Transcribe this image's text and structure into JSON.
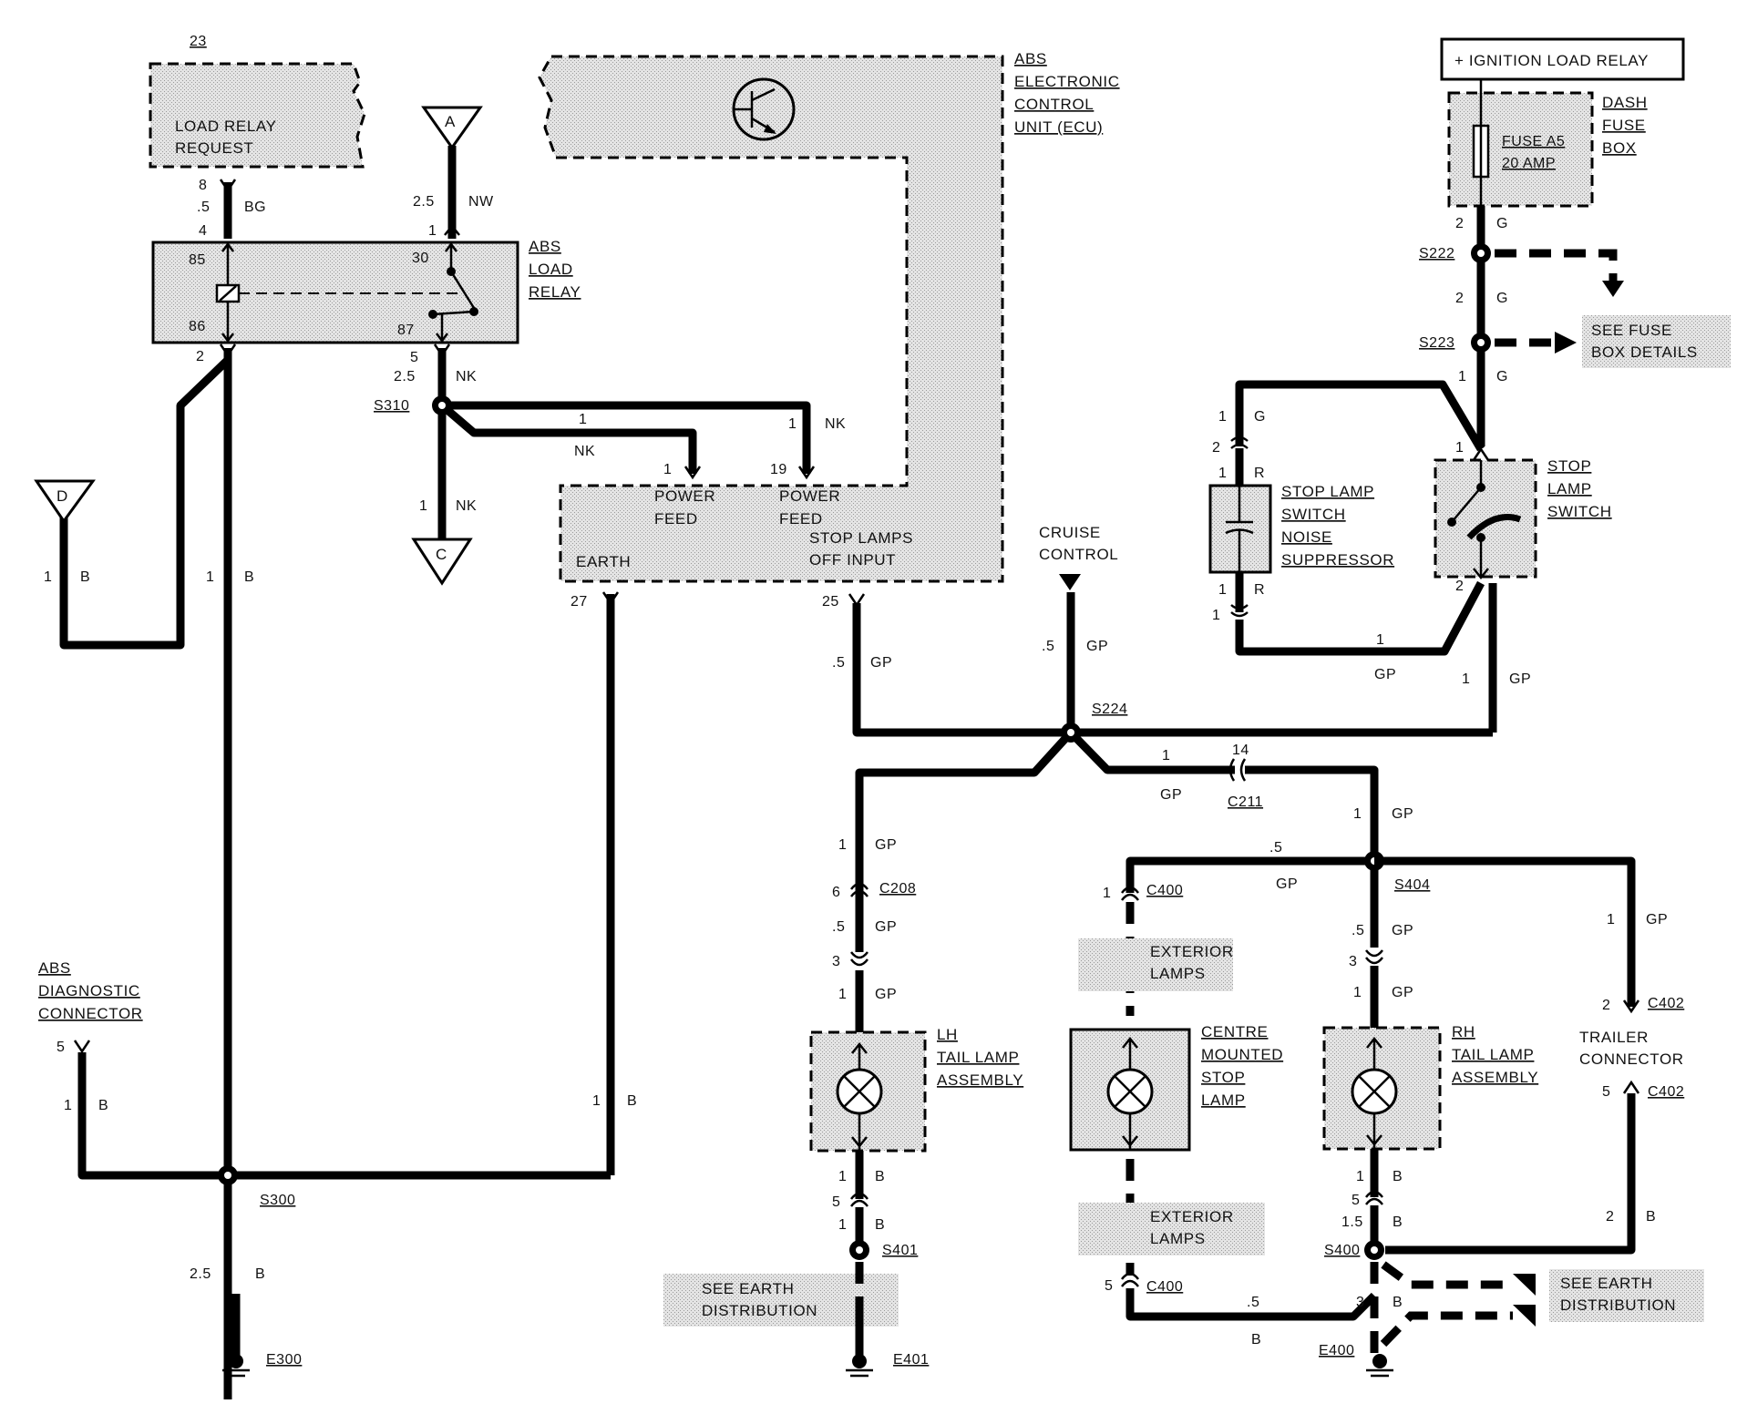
{
  "diagram": {
    "load_relay_request": {
      "num": "23",
      "line1": "LOAD RELAY",
      "line2": "REQUEST"
    },
    "abs_load_relay": {
      "line1": "ABS",
      "line2": "LOAD",
      "line3": "RELAY",
      "pins": {
        "p8": "8",
        "p5": ".5",
        "p4": "4",
        "p85": "85",
        "p86": "86",
        "p2": "2",
        "p1": "1",
        "p30": "30",
        "p87": "87",
        "p5b": "5",
        "p25": "2.5"
      },
      "wires": {
        "bg": "BG",
        "nw": "NW",
        "nk": "NK",
        "w25": "2.5"
      }
    },
    "conn_a": "A",
    "conn_c": "C",
    "conn_d": "D",
    "ecu": {
      "line1": "ABS",
      "line2": "ELECTRONIC",
      "line3": "CONTROL",
      "line4": "UNIT (ECU)",
      "power1": "POWER",
      "feed1": "FEED",
      "power2": "POWER",
      "feed2": "FEED",
      "stop1": "STOP LAMPS",
      "stop2": "OFF INPUT",
      "earth": "EARTH",
      "pin1": "1",
      "pin19": "19",
      "pin27": "27",
      "pin25": "25"
    },
    "s310": {
      "label": "S310",
      "w1": "1",
      "nk1": "NK",
      "w2": "1",
      "nk2": "NK",
      "w3": "1",
      "nk3": "NK"
    },
    "left_wires": {
      "d_1": "1",
      "d_b": "B",
      "r_1": "1",
      "r_b": "B"
    },
    "diag_conn": {
      "line1": "ABS",
      "line2": "DIAGNOSTIC",
      "line3": "CONNECTOR",
      "pin": "5",
      "w": "1",
      "b": "B"
    },
    "s300": {
      "label": "S300",
      "w1": "1",
      "b1": "B",
      "w25": "2.5",
      "b2": "B"
    },
    "e300": "E300",
    "cruise": {
      "line1": "CRUISE",
      "line2": "CONTROL",
      "w": ".5",
      "c": "GP"
    },
    "s224": {
      "label": "S224",
      "w5": ".5",
      "gp": "GP"
    },
    "c211": {
      "label": "C211",
      "pin": "14",
      "w": "1",
      "gp": "GP",
      "w2": "1",
      "gp2": "GP"
    },
    "ign": {
      "label": "+ IGNITION LOAD RELAY"
    },
    "fuse": {
      "line1": "FUSE A5",
      "line2": "20 AMP",
      "box1": "DASH",
      "box2": "FUSE",
      "box3": "BOX",
      "w2": "2",
      "g": "G"
    },
    "s222": {
      "label": "S222",
      "w": "2",
      "g": "G"
    },
    "s223": {
      "label": "S223",
      "w": "1",
      "g": "G",
      "see1": "SEE FUSE",
      "see2": "BOX DETAILS"
    },
    "stop_switch": {
      "line1": "STOP",
      "line2": "LAMP",
      "line3": "SWITCH",
      "pin1": "1",
      "pin2": "2",
      "w": "1",
      "gp": "GP"
    },
    "suppressor": {
      "line1": "STOP LAMP",
      "line2": "SWITCH",
      "line3": "NOISE",
      "line4": "SUPPRESSOR",
      "w1": "1",
      "g": "G",
      "pin2": "2",
      "pin1": "1",
      "r1": "R",
      "w2": "1",
      "r2": "R",
      "pin1b": "1",
      "w3": "1",
      "gp": "GP"
    },
    "lh": {
      "line1": "LH",
      "line2": "TAIL LAMP",
      "line3": "ASSEMBLY",
      "w1": "1",
      "gp1": "GP",
      "c208": "C208",
      "pin6": "6",
      "w5": ".5",
      "gp2": "GP",
      "pin3": "3",
      "w1b": "1",
      "gp3": "GP",
      "wb1": "1",
      "b1": "B",
      "pin5": "5",
      "wb2": "1",
      "b2": "B",
      "s401": "S401",
      "e401": "E401",
      "see1": "SEE EARTH",
      "see2": "DISTRIBUTION"
    },
    "centre": {
      "line1": "CENTRE",
      "line2": "MOUNTED",
      "line3": "STOP",
      "line4": "LAMP",
      "c400a": "C400",
      "pin1": "1",
      "ext1": "EXTERIOR",
      "ext2": "LAMPS",
      "ext3": "EXTERIOR",
      "ext4": "LAMPS",
      "c400b": "C400",
      "pin5": "5",
      "w5": ".5",
      "b": "B",
      "w5top": ".5",
      "gptop": "GP"
    },
    "rh": {
      "line1": "RH",
      "line2": "TAIL LAMP",
      "line3": "ASSEMBLY",
      "w1": "1",
      "gp1": "GP",
      "s404": "S404",
      "w5": ".5",
      "gp2": "GP",
      "pin3": "3",
      "w1b": "1",
      "gp3": "GP",
      "wb1": "1",
      "b1": "B",
      "pin5": "5",
      "w15": "1.5",
      "b2": "B",
      "s400": "S400",
      "w3": "3",
      "b3": "B",
      "e400": "E400",
      "see1": "SEE EARTH",
      "see2": "DISTRIBUTION"
    },
    "trailer": {
      "line1": "TRAILER",
      "line2": "CONNECTOR",
      "c402a": "C402",
      "pin2": "2",
      "c402b": "C402",
      "pin5": "5",
      "w1": "1",
      "gp": "GP",
      "w2": "2",
      "b": "B"
    }
  }
}
